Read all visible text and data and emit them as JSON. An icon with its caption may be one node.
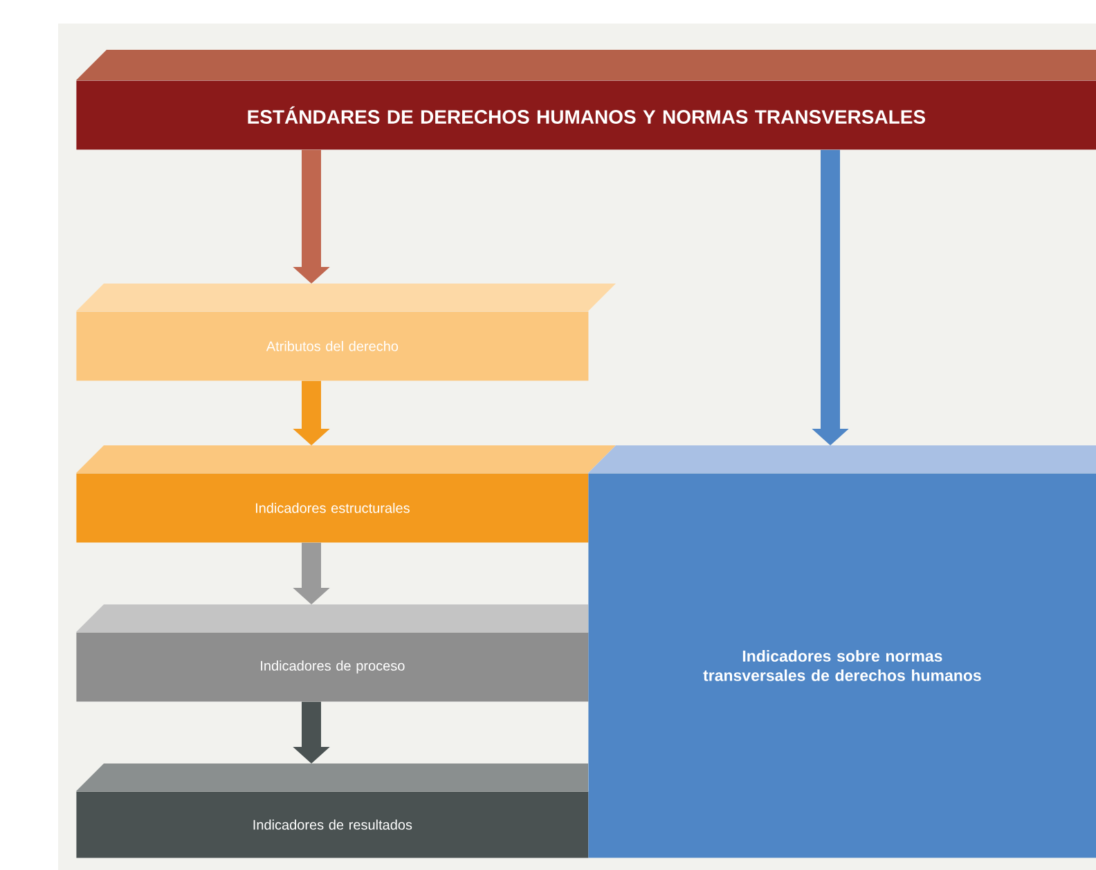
{
  "diagram": {
    "nodes": [
      {
        "text": [
          "ESTÁNDARES DE DERECHOS HUMANOS Y NORMAS TRANSVERSALES"
        ]
      },
      {
        "text": [
          "Atributos del derecho"
        ]
      },
      {
        "text": [
          "Indicadores estructurales"
        ]
      },
      {
        "text": [
          "Indicadores de proceso"
        ]
      },
      {
        "text": [
          "Indicadores de resultados"
        ]
      },
      {
        "text": [
          "Indicadores sobre normas transversales de derechos humanos"
        ]
      }
    ],
    "edges": [
      {
        "from": 0,
        "to": 1,
        "arrow": "to",
        "color": "#c0674f"
      },
      {
        "from": 1,
        "to": 2,
        "arrow": "to",
        "color": "#f39a1e"
      },
      {
        "from": 2,
        "to": 3,
        "arrow": "to",
        "color": "#9a9a9a"
      },
      {
        "from": 3,
        "to": 4,
        "arrow": "to",
        "color": "#4a5252"
      },
      {
        "from": 0,
        "to": 5,
        "arrow": "to",
        "color": "#4f86c6"
      }
    ]
  }
}
